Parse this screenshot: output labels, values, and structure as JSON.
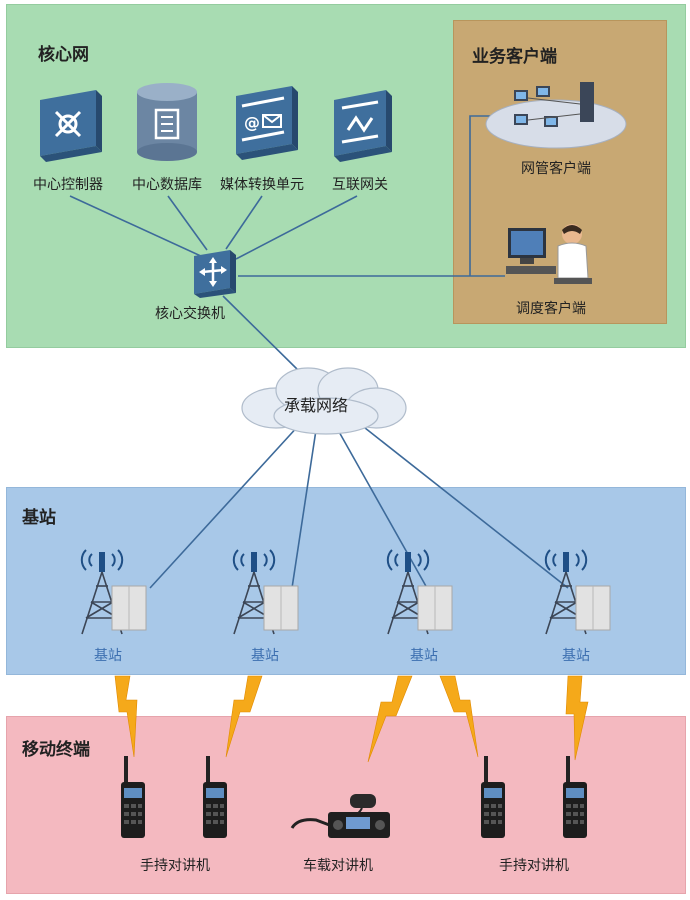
{
  "zones": {
    "core": "核心网",
    "business": "业务客户端",
    "base": "基站",
    "mobile": "移动终端"
  },
  "core_nodes": {
    "controller": "中心控制器",
    "database": "中心数据库",
    "media": "媒体转换单元",
    "gateway": "互联网关",
    "switch": "核心交换机"
  },
  "clients": {
    "nms": "网管客户端",
    "dispatch": "调度客户端"
  },
  "cloud": "承载网络",
  "base_stations": [
    "基站",
    "基站",
    "基站",
    "基站"
  ],
  "terminals": {
    "handheld_left": "手持对讲机",
    "vehicle": "车载对讲机",
    "handheld_right": "手持对讲机"
  },
  "colors": {
    "core_bg": "#a8dcb2",
    "business_bg": "#c8a873",
    "base_bg": "#a8c8e8",
    "mobile_bg": "#f4b9c0",
    "link": "#3d6a9a",
    "lightning": "#f5a91a"
  }
}
